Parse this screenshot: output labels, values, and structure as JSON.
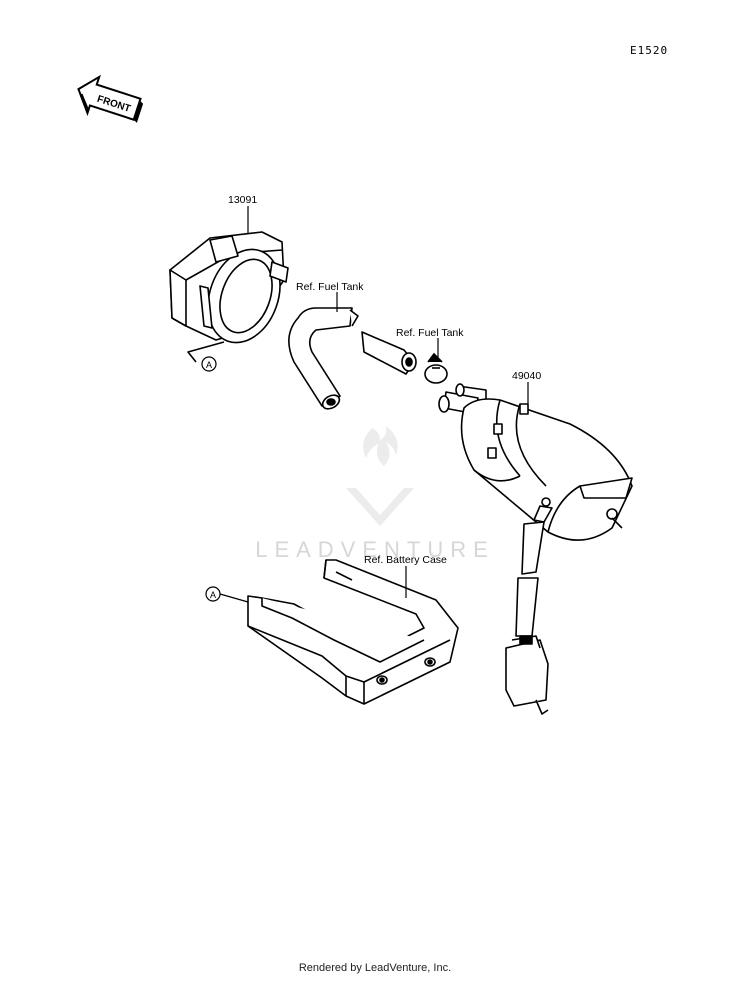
{
  "diagram": {
    "code": "E1520",
    "front_label": "FRONT",
    "parts": {
      "clamp": {
        "number": "13091"
      },
      "fuel_pump": {
        "number": "49040"
      }
    },
    "refs": {
      "fuel_tank_hose": "Ref. Fuel Tank",
      "fuel_tank_clip": "Ref. Fuel Tank",
      "battery_case": "Ref. Battery Case"
    },
    "marker": "A"
  },
  "watermark": {
    "text": "LEADVENTURE"
  },
  "footer": {
    "text": "Rendered by LeadVenture, Inc."
  }
}
